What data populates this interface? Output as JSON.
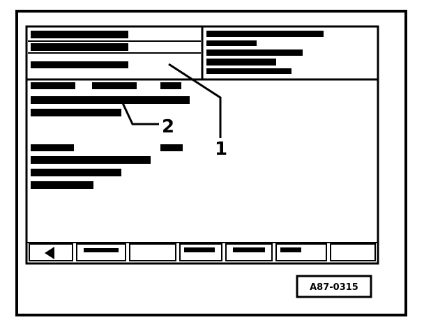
{
  "callouts": [
    {
      "id": "1",
      "label": "1"
    },
    {
      "id": "2",
      "label": "2"
    }
  ],
  "reference_code": "A87-0315",
  "softkeys": [
    {
      "name": "softkey-back",
      "icon": "left-arrow-icon"
    },
    {
      "name": "softkey-2"
    },
    {
      "name": "softkey-3"
    },
    {
      "name": "softkey-4"
    },
    {
      "name": "softkey-5"
    },
    {
      "name": "softkey-6"
    }
  ]
}
